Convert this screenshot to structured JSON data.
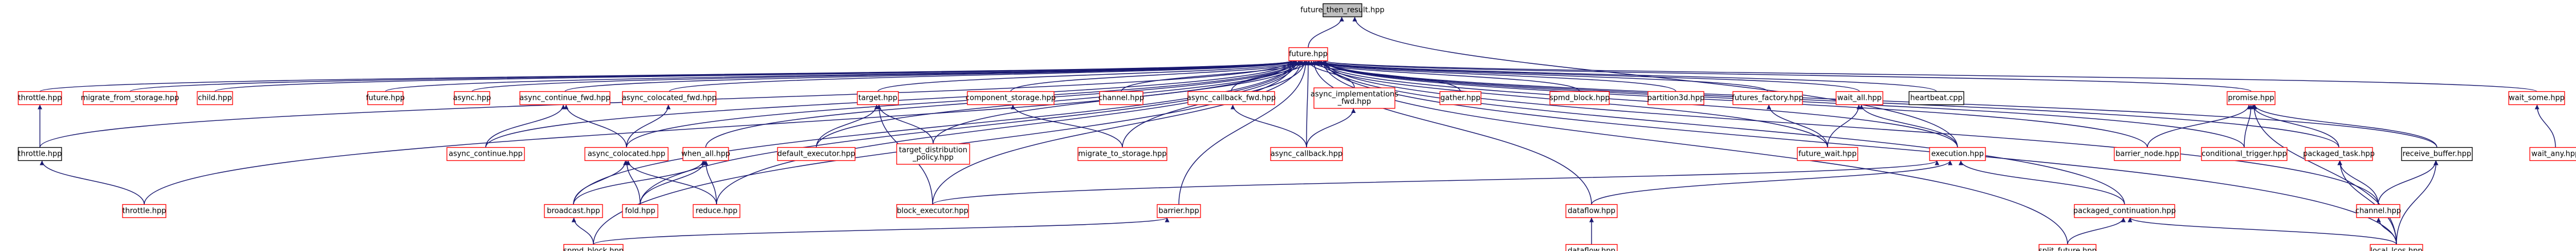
{
  "colors": {
    "edge": "#191970",
    "node_border_red": "#ff0000",
    "node_border_black": "#000000",
    "root_fill": "#bfbfbf",
    "node_fill": "#ffffff"
  },
  "nodes": [
    {
      "id": "future_then_result",
      "lines": [
        "future_then_result.hpp"
      ],
      "style": "root"
    },
    {
      "id": "future",
      "lines": [
        "future.hpp"
      ],
      "style": "red"
    },
    {
      "id": "throttle_a",
      "lines": [
        "throttle.hpp"
      ],
      "style": "red"
    },
    {
      "id": "migrate_from_storage",
      "lines": [
        "migrate_from_storage.hpp"
      ],
      "style": "red"
    },
    {
      "id": "child",
      "lines": [
        "child.hpp"
      ],
      "style": "red"
    },
    {
      "id": "future2",
      "lines": [
        "future.hpp"
      ],
      "style": "red"
    },
    {
      "id": "async",
      "lines": [
        "async.hpp"
      ],
      "style": "red"
    },
    {
      "id": "async_continue_fwd",
      "lines": [
        "async_continue_fwd.hpp"
      ],
      "style": "red"
    },
    {
      "id": "async_colocated_fwd",
      "lines": [
        "async_colocated_fwd.hpp"
      ],
      "style": "red"
    },
    {
      "id": "when_all",
      "lines": [
        "when_all.hpp"
      ],
      "style": "red"
    },
    {
      "id": "target",
      "lines": [
        "target.hpp"
      ],
      "style": "red"
    },
    {
      "id": "component_storage",
      "lines": [
        "component_storage.hpp"
      ],
      "style": "red"
    },
    {
      "id": "channel",
      "lines": [
        "channel.hpp"
      ],
      "style": "red"
    },
    {
      "id": "async_callback_fwd",
      "lines": [
        "async_callback_fwd.hpp"
      ],
      "style": "red"
    },
    {
      "id": "async_implementations_fwd",
      "lines": [
        "async_implementations",
        "_fwd.hpp"
      ],
      "style": "red"
    },
    {
      "id": "gather",
      "lines": [
        "gather.hpp"
      ],
      "style": "red"
    },
    {
      "id": "spmd_block_top",
      "lines": [
        "spmd_block.hpp"
      ],
      "style": "red"
    },
    {
      "id": "partition3d",
      "lines": [
        "partition3d.hpp"
      ],
      "style": "red"
    },
    {
      "id": "futures_factory",
      "lines": [
        "futures_factory.hpp"
      ],
      "style": "red"
    },
    {
      "id": "wait_all",
      "lines": [
        "wait_all.hpp"
      ],
      "style": "red"
    },
    {
      "id": "heartbeat",
      "lines": [
        "heartbeat.cpp"
      ],
      "style": "black"
    },
    {
      "id": "promise",
      "lines": [
        "promise.hpp"
      ],
      "style": "red"
    },
    {
      "id": "wait_some",
      "lines": [
        "wait_some.hpp"
      ],
      "style": "red"
    },
    {
      "id": "throttle_b",
      "lines": [
        "throttle.hpp"
      ],
      "style": "black"
    },
    {
      "id": "async_continue",
      "lines": [
        "async_continue.hpp"
      ],
      "style": "red"
    },
    {
      "id": "async_colocated",
      "lines": [
        "async_colocated.hpp"
      ],
      "style": "red"
    },
    {
      "id": "default_executor",
      "lines": [
        "default_executor.hpp"
      ],
      "style": "red"
    },
    {
      "id": "target_distribution_policy",
      "lines": [
        "target_distribution",
        "_policy.hpp"
      ],
      "style": "red"
    },
    {
      "id": "migrate_to_storage",
      "lines": [
        "migrate_to_storage.hpp"
      ],
      "style": "red"
    },
    {
      "id": "async_callback",
      "lines": [
        "async_callback.hpp"
      ],
      "style": "red"
    },
    {
      "id": "future_wait",
      "lines": [
        "future_wait.hpp"
      ],
      "style": "red"
    },
    {
      "id": "execution",
      "lines": [
        "execution.hpp"
      ],
      "style": "red"
    },
    {
      "id": "barrier_node",
      "lines": [
        "barrier_node.hpp"
      ],
      "style": "red"
    },
    {
      "id": "conditional_trigger",
      "lines": [
        "conditional_trigger.hpp"
      ],
      "style": "red"
    },
    {
      "id": "packaged_task",
      "lines": [
        "packaged_task.hpp"
      ],
      "style": "red"
    },
    {
      "id": "receive_buffer",
      "lines": [
        "receive_buffer.hpp"
      ],
      "style": "black"
    },
    {
      "id": "wait_any",
      "lines": [
        "wait_any.hpp"
      ],
      "style": "red"
    },
    {
      "id": "throttle_c",
      "lines": [
        "throttle.hpp"
      ],
      "style": "red"
    },
    {
      "id": "broadcast",
      "lines": [
        "broadcast.hpp"
      ],
      "style": "red"
    },
    {
      "id": "fold",
      "lines": [
        "fold.hpp"
      ],
      "style": "red"
    },
    {
      "id": "reduce",
      "lines": [
        "reduce.hpp"
      ],
      "style": "red"
    },
    {
      "id": "block_executor",
      "lines": [
        "block_executor.hpp"
      ],
      "style": "red"
    },
    {
      "id": "barrier",
      "lines": [
        "barrier.hpp"
      ],
      "style": "red"
    },
    {
      "id": "dataflow_a",
      "lines": [
        "dataflow.hpp"
      ],
      "style": "red"
    },
    {
      "id": "packaged_continuation",
      "lines": [
        "packaged_continuation.hpp"
      ],
      "style": "red"
    },
    {
      "id": "channel2",
      "lines": [
        "channel.hpp"
      ],
      "style": "red"
    },
    {
      "id": "spmd_block",
      "lines": [
        "spmd_block.hpp"
      ],
      "style": "red"
    },
    {
      "id": "dataflow_b",
      "lines": [
        "dataflow.hpp"
      ],
      "style": "red"
    },
    {
      "id": "split_future",
      "lines": [
        "split_future.hpp"
      ],
      "style": "red"
    },
    {
      "id": "local_lcos",
      "lines": [
        "local_lcos.hpp"
      ],
      "style": "red"
    }
  ],
  "edges": [
    [
      "future",
      "future_then_result"
    ],
    [
      "execution",
      "future_then_result"
    ],
    [
      "throttle_a",
      "future"
    ],
    [
      "migrate_from_storage",
      "future"
    ],
    [
      "child",
      "future"
    ],
    [
      "future2",
      "future"
    ],
    [
      "async",
      "future"
    ],
    [
      "async_continue_fwd",
      "future"
    ],
    [
      "async_colocated_fwd",
      "future"
    ],
    [
      "when_all",
      "future"
    ],
    [
      "target",
      "future"
    ],
    [
      "component_storage",
      "future"
    ],
    [
      "channel",
      "future"
    ],
    [
      "async_callback_fwd",
      "future"
    ],
    [
      "async_implementations_fwd",
      "future"
    ],
    [
      "gather",
      "future"
    ],
    [
      "spmd_block_top",
      "future"
    ],
    [
      "partition3d",
      "future"
    ],
    [
      "futures_factory",
      "future"
    ],
    [
      "wait_all",
      "future"
    ],
    [
      "heartbeat",
      "future"
    ],
    [
      "promise",
      "future"
    ],
    [
      "wait_some",
      "future"
    ],
    [
      "throttle_b",
      "future"
    ],
    [
      "async_continue",
      "future"
    ],
    [
      "async_colocated",
      "future"
    ],
    [
      "default_executor",
      "future"
    ],
    [
      "target_distribution_policy",
      "future"
    ],
    [
      "migrate_to_storage",
      "future"
    ],
    [
      "async_callback",
      "future"
    ],
    [
      "future_wait",
      "future"
    ],
    [
      "execution",
      "future"
    ],
    [
      "barrier_node",
      "future"
    ],
    [
      "conditional_trigger",
      "future"
    ],
    [
      "packaged_task",
      "future"
    ],
    [
      "receive_buffer",
      "future"
    ],
    [
      "throttle_c",
      "future"
    ],
    [
      "broadcast",
      "future"
    ],
    [
      "fold",
      "future"
    ],
    [
      "reduce",
      "future"
    ],
    [
      "block_executor",
      "future"
    ],
    [
      "barrier",
      "future"
    ],
    [
      "dataflow_a",
      "future"
    ],
    [
      "packaged_continuation",
      "future"
    ],
    [
      "channel2",
      "future"
    ],
    [
      "spmd_block",
      "future"
    ],
    [
      "split_future",
      "future"
    ],
    [
      "local_lcos",
      "future"
    ],
    [
      "throttle_b",
      "throttle_a"
    ],
    [
      "throttle_c",
      "throttle_b"
    ],
    [
      "async_continue",
      "async_continue_fwd"
    ],
    [
      "async_colocated",
      "async_continue_fwd"
    ],
    [
      "async_colocated",
      "async_colocated_fwd"
    ],
    [
      "broadcast",
      "async_colocated"
    ],
    [
      "fold",
      "async_colocated"
    ],
    [
      "reduce",
      "async_colocated"
    ],
    [
      "broadcast",
      "when_all"
    ],
    [
      "fold",
      "when_all"
    ],
    [
      "reduce",
      "when_all"
    ],
    [
      "spmd_block",
      "broadcast"
    ],
    [
      "spmd_block",
      "barrier"
    ],
    [
      "default_executor",
      "target"
    ],
    [
      "target_distribution_policy",
      "target"
    ],
    [
      "block_executor",
      "target"
    ],
    [
      "migrate_to_storage",
      "component_storage"
    ],
    [
      "async_callback",
      "async_callback_fwd"
    ],
    [
      "async_callback",
      "async_implementations_fwd"
    ],
    [
      "future_wait",
      "futures_factory"
    ],
    [
      "future_wait",
      "wait_all"
    ],
    [
      "execution",
      "wait_all"
    ],
    [
      "block_executor",
      "execution"
    ],
    [
      "dataflow_a",
      "execution"
    ],
    [
      "packaged_continuation",
      "execution"
    ],
    [
      "dataflow_b",
      "dataflow_a"
    ],
    [
      "split_future",
      "packaged_continuation"
    ],
    [
      "local_lcos",
      "packaged_continuation"
    ],
    [
      "barrier_node",
      "promise"
    ],
    [
      "conditional_trigger",
      "promise"
    ],
    [
      "packaged_task",
      "promise"
    ],
    [
      "receive_buffer",
      "promise"
    ],
    [
      "local_lcos",
      "promise"
    ],
    [
      "channel2",
      "packaged_task"
    ],
    [
      "local_lcos",
      "packaged_task"
    ],
    [
      "channel2",
      "receive_buffer"
    ],
    [
      "local_lcos",
      "receive_buffer"
    ],
    [
      "local_lcos",
      "channel2"
    ],
    [
      "wait_any",
      "wait_some"
    ]
  ]
}
